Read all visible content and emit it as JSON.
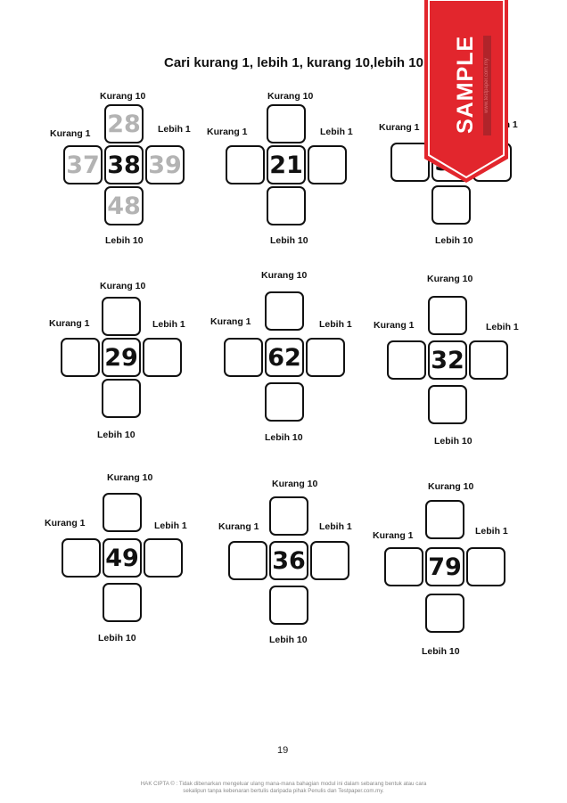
{
  "title": "Cari kurang 1, lebih 1, kurang 10,lebih 10",
  "labels": {
    "kurang10": "Kurang 10",
    "lebih10": "Lebih 10",
    "kurang1": "Kurang 1",
    "lebih1": "Lebih 1"
  },
  "puzzles": [
    {
      "center": "38",
      "top": "28",
      "bottom": "48",
      "left": "37",
      "right": "39"
    },
    {
      "center": "21",
      "top": "",
      "bottom": "",
      "left": "",
      "right": ""
    },
    {
      "center": "56",
      "top": "",
      "bottom": "",
      "left": "",
      "right": ""
    },
    {
      "center": "29",
      "top": "",
      "bottom": "",
      "left": "",
      "right": ""
    },
    {
      "center": "62",
      "top": "",
      "bottom": "",
      "left": "",
      "right": ""
    },
    {
      "center": "32",
      "top": "",
      "bottom": "",
      "left": "",
      "right": ""
    },
    {
      "center": "49",
      "top": "",
      "bottom": "",
      "left": "",
      "right": ""
    },
    {
      "center": "36",
      "top": "",
      "bottom": "",
      "left": "",
      "right": ""
    },
    {
      "center": "79",
      "top": "",
      "bottom": "",
      "left": "",
      "right": ""
    }
  ],
  "page_number": "19",
  "footer": "HAK CIPTA © : Tidak dibenarkan mengeluar ulang mana-mana bahagian modul ini dalam sebarang bentuk atau cara sekalipun tanpa kebenaran bertulis daripada pihak Penulis dan Testpaper.com.my.",
  "ribbon": {
    "text": "SAMPLE",
    "subtext": "www.testpaper.com.my",
    "color": "#e2262d"
  }
}
